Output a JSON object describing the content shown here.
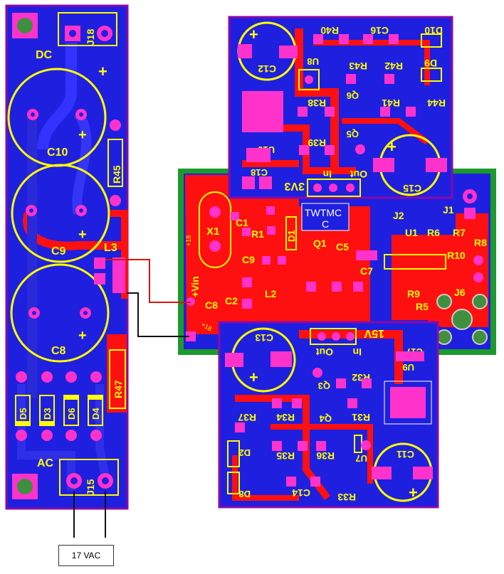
{
  "colors": {
    "background": "#ffffff",
    "board_outline": "#8b0aa8",
    "bottom_copper": "#1f1fe0",
    "top_copper": "#ff1010",
    "pad": "#ff33cc",
    "silkscreen": "#ffff00",
    "ground_frame": "#1c9a2c",
    "mounting_hole": "#3f8f3f",
    "wire_red": "#dd1111",
    "wire_black": "#111111"
  },
  "left_board": {
    "connector_top": "J18",
    "connector_bottom": "J15",
    "label_dc": "DC",
    "label_ac": "AC",
    "capacitors": [
      "C10",
      "C9",
      "C8"
    ],
    "resistors": [
      "R45",
      "R47"
    ],
    "inductor": "L3",
    "diodes": [
      "D5",
      "D3",
      "D6",
      "D4"
    ],
    "plus_sign": "+"
  },
  "main_board": {
    "chip_text": "TWTMC",
    "chip_text2": "C",
    "parts": [
      "X1",
      "C1",
      "R1",
      "D1",
      "Q1",
      "C5",
      "C9",
      "C7",
      "C2",
      "L2",
      "C8",
      "J2",
      "J1",
      "U1",
      "R6",
      "R7",
      "R8",
      "R10",
      "R9",
      "R5",
      "J6"
    ],
    "vin_label": "+Vin",
    "plus18_a": "+18",
    "plus18_b": "+18"
  },
  "reg_3v3": {
    "title": "3V3",
    "in_label": "In",
    "out_label": "Out",
    "parts": [
      "C12",
      "R40",
      "C16",
      "D10",
      "U8",
      "R43",
      "R42",
      "D9",
      "Q6",
      "R38",
      "R41",
      "R44",
      "Q5",
      "R39",
      "U10",
      "C18",
      "C15"
    ]
  },
  "reg_15v": {
    "title": "15V",
    "in_label": "In",
    "out_label": "Out",
    "parts": [
      "C13",
      "C17",
      "U9",
      "R32",
      "Q3",
      "R37",
      "R34",
      "R31",
      "Q4",
      "D2",
      "R35",
      "R36",
      "U7",
      "C11",
      "D8",
      "C14",
      "R33"
    ]
  },
  "caption": {
    "text": "17 VAC"
  }
}
